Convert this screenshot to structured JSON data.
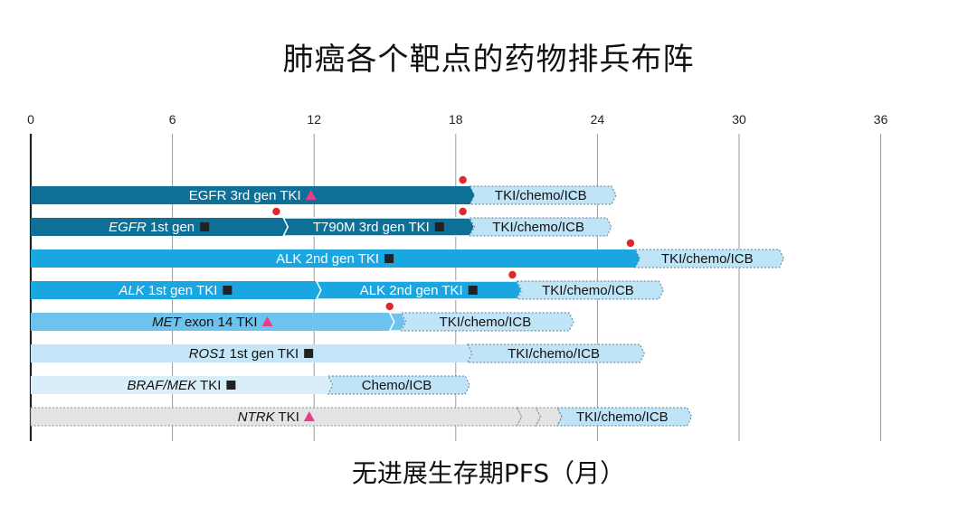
{
  "title": "肺癌各个靶点的药物排兵布阵",
  "chart_data": {
    "type": "bar",
    "orientation": "horizontal-stacked",
    "title": "肺癌各个靶点的药物排兵布阵",
    "xlabel": "无进展生存期PFS（月）",
    "ylabel": "",
    "xlim": [
      0,
      36
    ],
    "xticks": [
      0,
      6,
      12,
      18,
      24,
      30,
      36
    ],
    "grid": true,
    "colors": {
      "egfr": "#0e6f97",
      "alk": "#1aa6e0",
      "met": "#6cc3ee",
      "ros1": "#c4e6f8",
      "braf": "#daeefa",
      "ntrk": "#e4e4e4",
      "subsequent": "#bfe3f7",
      "event_dot": "#e0282a",
      "triangle": "#e33d8c",
      "square": "#222222"
    },
    "rows": [
      {
        "segments": [
          {
            "start": 0,
            "end": 18.6,
            "parts": [
              {
                "text": "EGFR 3rd gen TKI",
                "italic": false
              }
            ],
            "marker": "triangle",
            "style": "egfr"
          },
          {
            "start": 18.6,
            "end": 24.6,
            "parts": [
              {
                "text": "TKI/chemo/ICB",
                "italic": false
              }
            ],
            "style": "subsequent"
          }
        ],
        "events": [
          18.3
        ]
      },
      {
        "segments": [
          {
            "start": 0,
            "end": 10.7,
            "parts": [
              {
                "text": "EGFR",
                "italic": true
              },
              {
                "text": " 1st gen",
                "italic": false
              }
            ],
            "marker": "square",
            "style": "egfr"
          },
          {
            "start": 10.7,
            "end": 18.6,
            "parts": [
              {
                "text": "T790M 3rd gen TKI",
                "italic": false
              }
            ],
            "marker": "square",
            "style": "egfr"
          },
          {
            "start": 18.6,
            "end": 24.4,
            "parts": [
              {
                "text": "TKI/chemo/ICB",
                "italic": false
              }
            ],
            "style": "subsequent"
          }
        ],
        "events": [
          10.4,
          18.3
        ]
      },
      {
        "segments": [
          {
            "start": 0,
            "end": 25.6,
            "parts": [
              {
                "text": "ALK 2nd gen TKI",
                "italic": false
              }
            ],
            "marker": "square",
            "style": "alk"
          },
          {
            "start": 25.6,
            "end": 31.7,
            "parts": [
              {
                "text": "TKI/chemo/ICB",
                "italic": false
              }
            ],
            "style": "subsequent"
          }
        ],
        "events": [
          25.4
        ]
      },
      {
        "segments": [
          {
            "start": 0,
            "end": 12.1,
            "parts": [
              {
                "text": "ALK",
                "italic": true
              },
              {
                "text": " 1st gen TKI",
                "italic": false
              }
            ],
            "marker": "square",
            "style": "alk"
          },
          {
            "start": 12.1,
            "end": 20.6,
            "parts": [
              {
                "text": "ALK 2nd gen TKI",
                "italic": false
              }
            ],
            "marker": "square",
            "style": "alk"
          },
          {
            "start": 20.6,
            "end": 26.6,
            "parts": [
              {
                "text": "TKI/chemo/ICB",
                "italic": false
              }
            ],
            "style": "subsequent"
          }
        ],
        "events": [
          20.4
        ]
      },
      {
        "segments": [
          {
            "start": 0,
            "end": 15.2,
            "parts": [
              {
                "text": "MET",
                "italic": true
              },
              {
                "text": " exon 14 TKI",
                "italic": false
              }
            ],
            "marker": "triangle",
            "style": "met"
          },
          {
            "start": 15.2,
            "end": 15.7,
            "parts": [],
            "style": "met"
          },
          {
            "start": 15.7,
            "end": 22.8,
            "parts": [
              {
                "text": "TKI/chemo/ICB",
                "italic": false
              }
            ],
            "style": "subsequent"
          }
        ],
        "events": [
          15.2
        ]
      },
      {
        "segments": [
          {
            "start": 0,
            "end": 18.5,
            "parts": [
              {
                "text": "ROS1",
                "italic": true
              },
              {
                "text": " 1st gen TKI",
                "italic": false
              }
            ],
            "marker": "square",
            "style": "ros1"
          },
          {
            "start": 18.5,
            "end": 25.8,
            "parts": [
              {
                "text": "TKI/chemo/ICB",
                "italic": false
              }
            ],
            "style": "subsequent"
          }
        ],
        "events": []
      },
      {
        "segments": [
          {
            "start": 0,
            "end": 12.6,
            "parts": [
              {
                "text": "BRAF/MEK",
                "italic": true
              },
              {
                "text": " TKI",
                "italic": false
              }
            ],
            "marker": "square",
            "style": "braf"
          },
          {
            "start": 12.6,
            "end": 18.4,
            "parts": [
              {
                "text": "Chemo/ICB",
                "italic": false
              }
            ],
            "style": "subsequent"
          }
        ],
        "events": []
      },
      {
        "segments": [
          {
            "start": 0,
            "end": 20.6,
            "parts": [
              {
                "text": "NTRK",
                "italic": true
              },
              {
                "text": " TKI",
                "italic": false
              }
            ],
            "marker": "triangle",
            "style": "ntrk"
          },
          {
            "start": 20.6,
            "end": 21.4,
            "parts": [],
            "style": "ntrk"
          },
          {
            "start": 21.4,
            "end": 22.3,
            "parts": [],
            "style": "ntrk"
          },
          {
            "start": 22.3,
            "end": 27.8,
            "parts": [
              {
                "text": "TKI/chemo/ICB",
                "italic": false
              }
            ],
            "style": "subsequent"
          }
        ],
        "events": []
      }
    ]
  }
}
